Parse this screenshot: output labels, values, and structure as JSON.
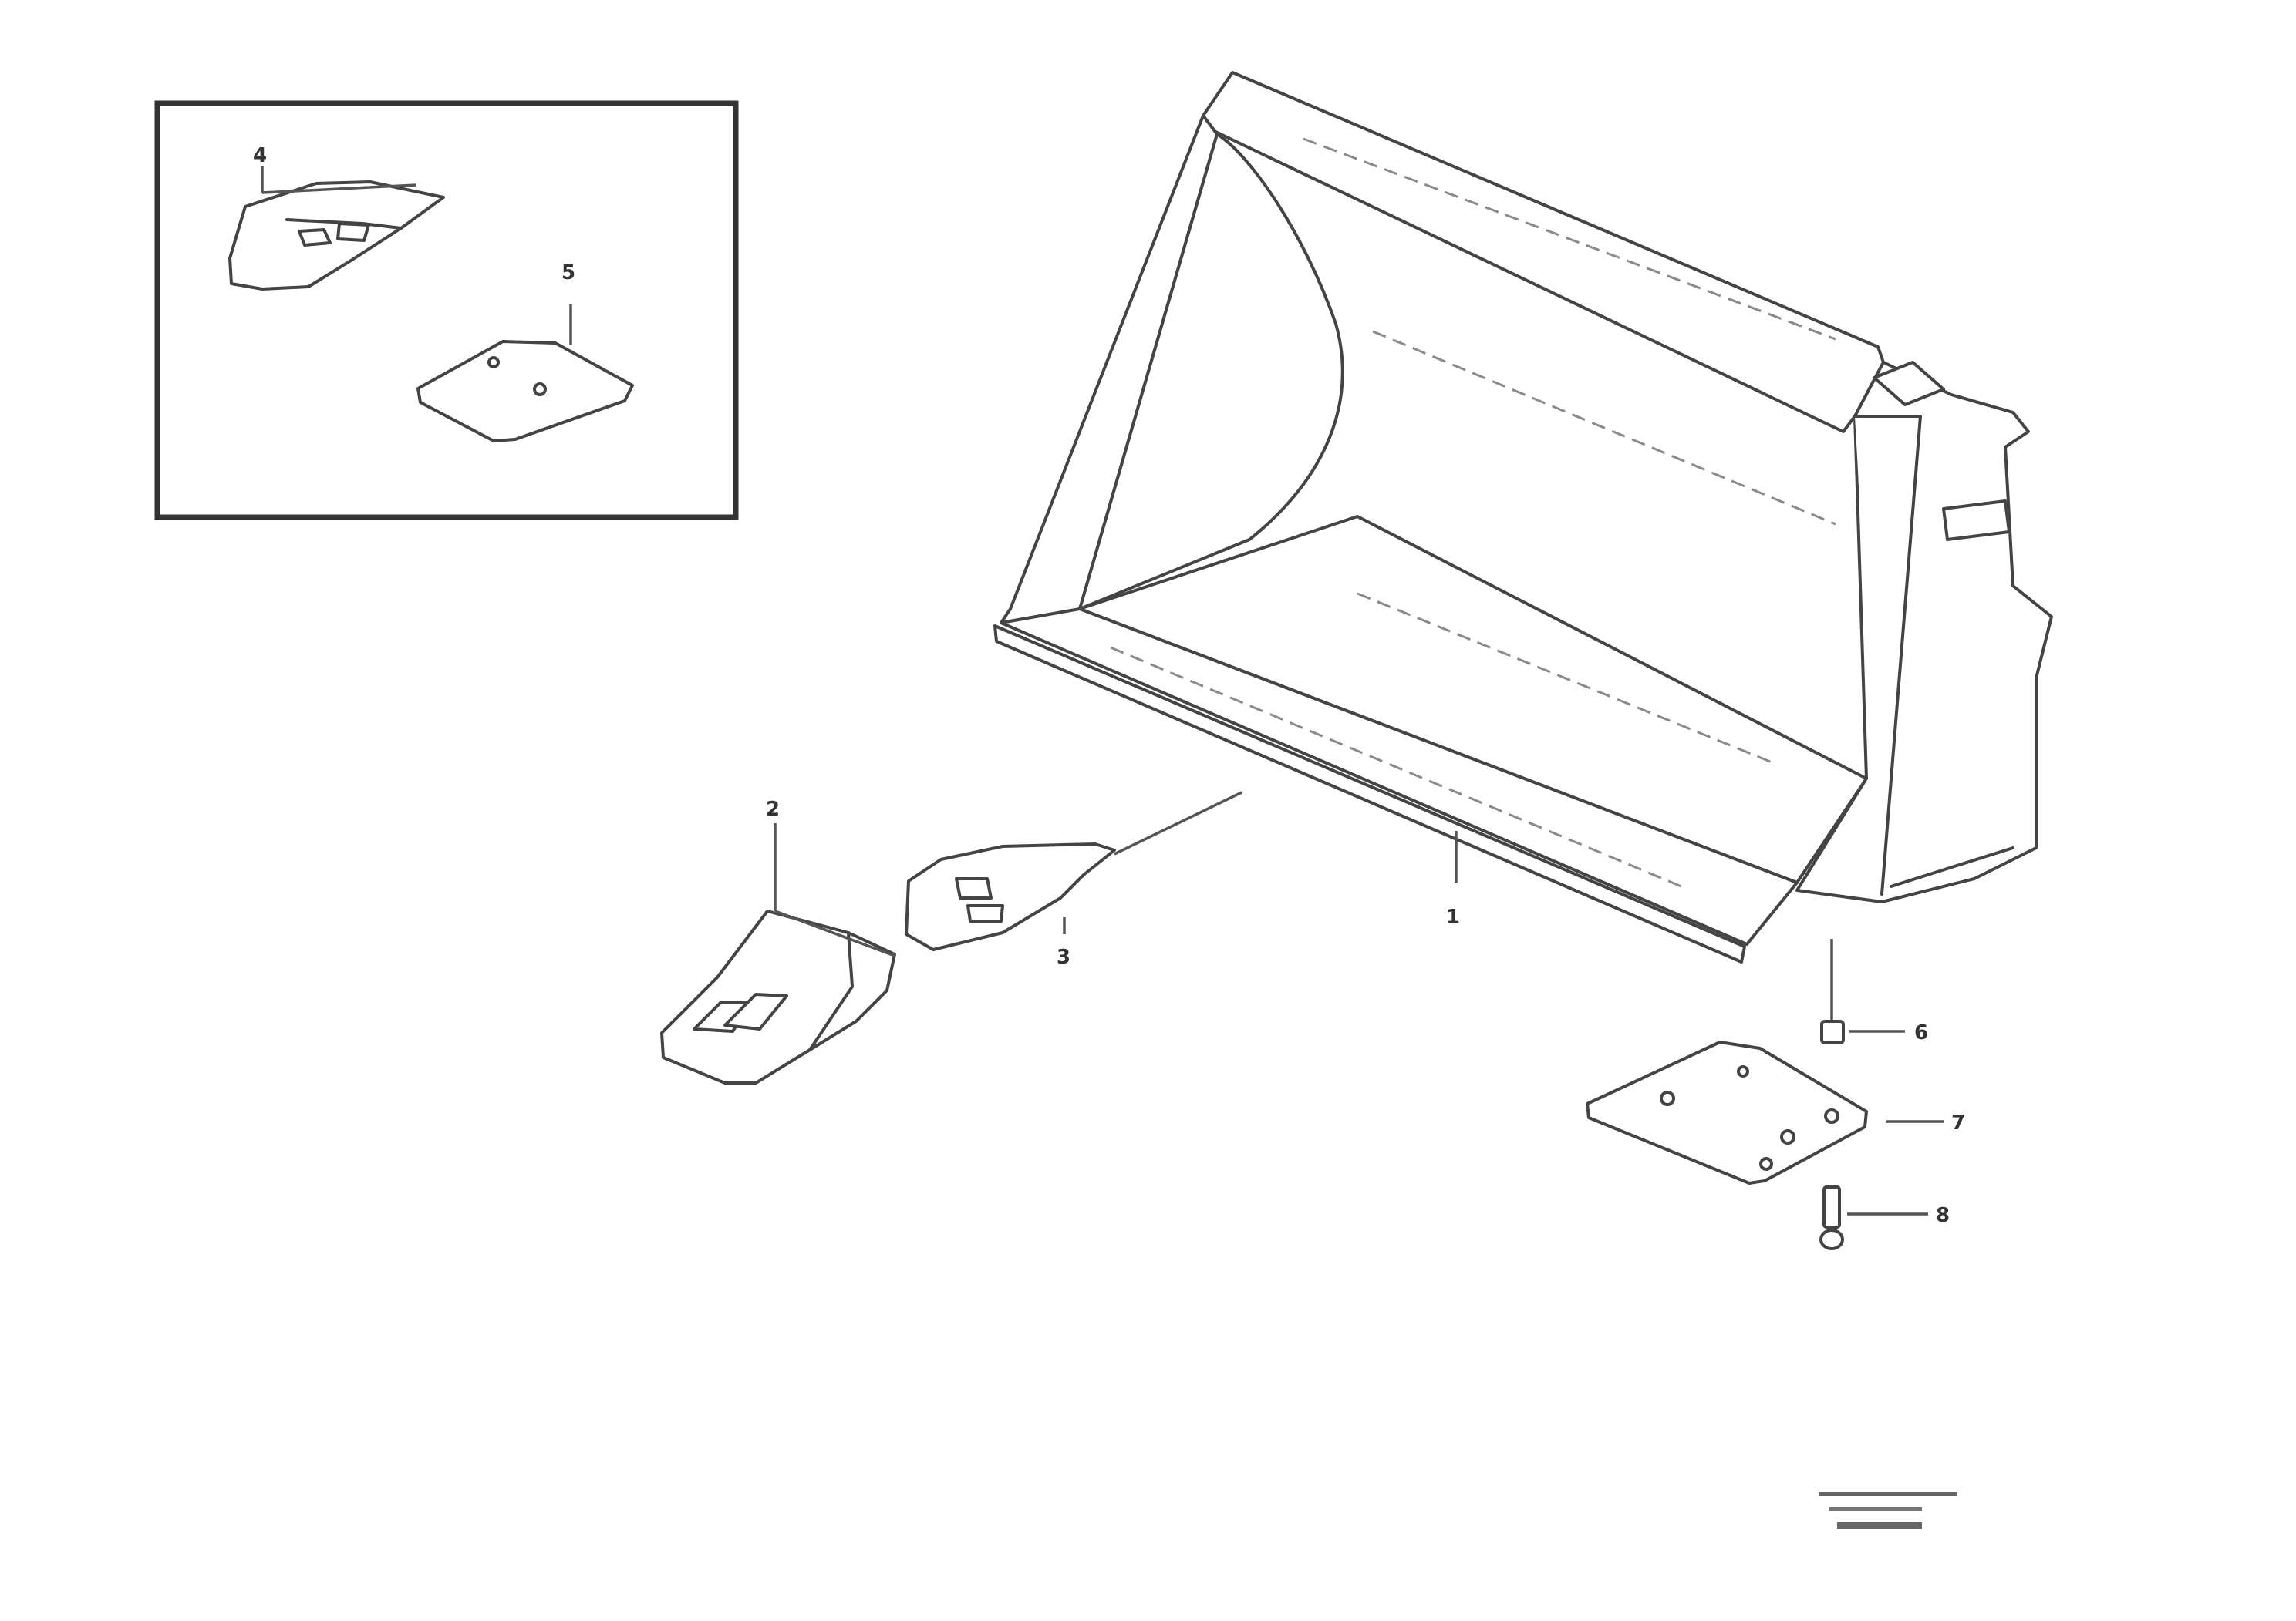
{
  "callouts": [
    {
      "id": "bucket",
      "label": "1"
    },
    {
      "id": "tooth",
      "label": "2"
    },
    {
      "id": "adapter",
      "label": "3"
    },
    {
      "id": "inset-adapter",
      "label": "4"
    },
    {
      "id": "inset-plate",
      "label": "5"
    },
    {
      "id": "nut",
      "label": "6"
    },
    {
      "id": "wear-plate",
      "label": "7"
    },
    {
      "id": "bolt",
      "label": "8"
    }
  ],
  "colors": {
    "line": "#444444",
    "background": "#ffffff"
  }
}
